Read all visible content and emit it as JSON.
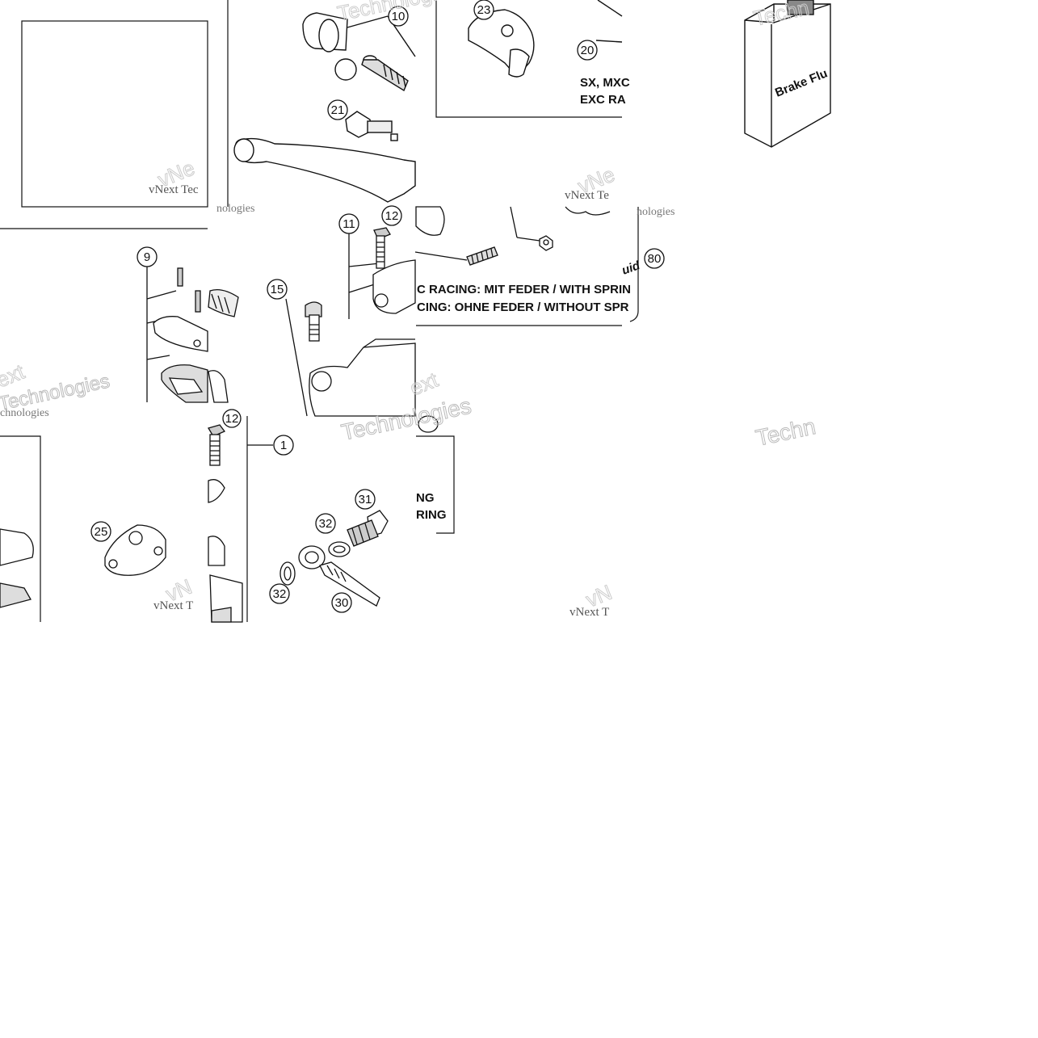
{
  "callouts": {
    "c1": "1",
    "c9": "9",
    "c10": "10",
    "c11": "11",
    "c12a": "12",
    "c12b": "12",
    "c15": "15",
    "c20": "20",
    "c21": "21",
    "c23": "23",
    "c25": "25",
    "c30": "30",
    "c31": "31",
    "c32a": "32",
    "c32b": "32",
    "c80": "80"
  },
  "notes": {
    "sx_line1": "SX, MXC",
    "sx_line2": "EXC RA",
    "spring_with": "C RACING: MIT FEDER / WITH SPRIN",
    "spring_without": "CING: OHNE FEDER / WITHOUT SPR",
    "frag_ng": "NG",
    "frag_ring": "RING",
    "fluid_frag": "uid",
    "bottle_label": "Brake Flu"
  },
  "watermarks": {
    "vnext_tec": "vNext Tec",
    "vnext_t": "vNext T",
    "vnext_te": "vNext Te",
    "nologies": "nologies",
    "technologies": "Technologies",
    "techn": "Techn",
    "ext": "ext",
    "chnologies": "chnologies",
    "vne": "vNe",
    "vn": "vN"
  }
}
